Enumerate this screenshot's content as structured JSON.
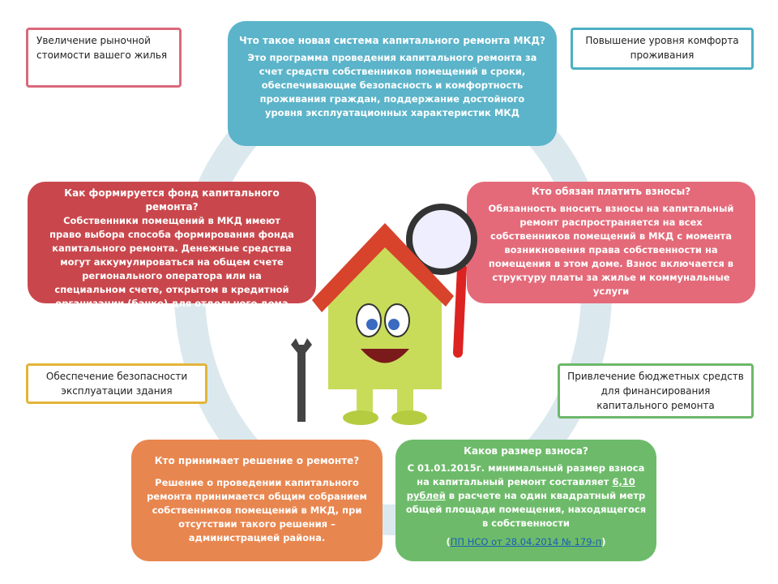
{
  "colors": {
    "teal": "#5bb4c9",
    "red": "#c9474c",
    "pink": "#e46a79",
    "orange": "#e8864f",
    "green": "#6dbb6a"
  },
  "center": {
    "title": "Что такое новая система капитального ремонта МКД?",
    "text": "Это программа проведения капитального ремонта за счет средств собственников помещений в сроки, обеспечивающие  безопасность и комфортность проживания граждан, поддержание  достойного уровня  эксплуатационных характеристик МКД"
  },
  "fund": {
    "title": "Как формируется фонд капитального ремонта?",
    "text": "Собственники помещений в МКД имеют право выбора способа формирования фонда капитального ремонта. Денежные средства могут аккумулироваться на общем счете регионального оператора или на специальном счете, открытом в кредитной организации (банке) для отдельного дома"
  },
  "payers": {
    "title": "Кто обязан платить взносы?",
    "text": "Обязанность вносить взносы на капитальный ремонт  распространяется на всех собственников помещений в МКД с момента возникновения права собственности на помещения в этом доме. Взнос включается в структуру платы за жилье и коммунальные услуги"
  },
  "decision": {
    "title": "Кто принимает решение о ремонте?",
    "text": "Решение о проведении капитального ремонта принимается общим собранием собственников помещений в МКД, при отсутствии такого решения – администрацией района."
  },
  "amount": {
    "title": "Каков размер взноса?",
    "text_before": "С 01.01.2015г. минимальный размер взноса на капитальный ремонт составляет ",
    "value": "6,10 рублей",
    "text_after": " в расчете на один квадратный метр общей площади помещения, находящегося в собственности",
    "ref": "ПП НСО  от 28.04.2014 № 179-п"
  },
  "benefits": [
    "Увеличение рыночной стоимости вашего жилья",
    "Повышение уровня комфорта проживания",
    "Обеспечение безопасности эксплуатации здания",
    "Привлечение бюджетных средств для финансирования капитального ремонта"
  ]
}
